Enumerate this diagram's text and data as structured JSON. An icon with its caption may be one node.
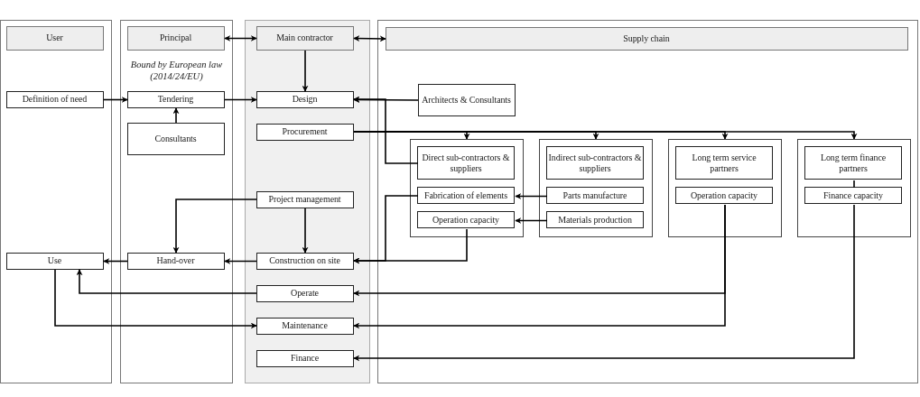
{
  "diagram": {
    "nodes": [
      {
        "text": [],
        "shape": "box"
      },
      {
        "text": [
          "User"
        ],
        "in": 0
      },
      {
        "text": [
          "Definition of need"
        ],
        "in": 0
      },
      {
        "text": [
          "Use"
        ],
        "in": 0
      },
      {
        "text": [],
        "shape": "box"
      },
      {
        "text": [
          "Principal"
        ],
        "in": 4
      },
      {
        "text": [
          "Tendering"
        ],
        "in": 4
      },
      {
        "text": [
          "Consultants"
        ],
        "in": 4
      },
      {
        "text": [
          "Hand-over"
        ],
        "in": 4
      },
      {
        "text": [],
        "shape": "box"
      },
      {
        "text": [
          "Main contractor"
        ],
        "in": 9
      },
      {
        "text": [
          "Design"
        ],
        "in": 9
      },
      {
        "text": [
          "Procurement"
        ],
        "in": 9
      },
      {
        "text": [
          "Project management"
        ],
        "in": 9
      },
      {
        "text": [
          "Construction on site"
        ],
        "in": 9
      },
      {
        "text": [
          "Operate"
        ],
        "in": 9
      },
      {
        "text": [
          "Maintenance"
        ],
        "in": 9
      },
      {
        "text": [
          "Finance"
        ],
        "in": 9
      },
      {
        "text": [],
        "shape": "box"
      },
      {
        "text": [
          "Supply chain"
        ],
        "in": 18
      },
      {
        "text": [
          "Architects & Consultants"
        ],
        "in": 18
      },
      {
        "text": [],
        "shape": "box",
        "in": 18
      },
      {
        "text": [
          "Direct sub-contractors & suppliers"
        ],
        "in": 21
      },
      {
        "text": [
          "Fabrication of elements"
        ],
        "in": 21
      },
      {
        "text": [
          "Operation capacity"
        ],
        "in": 21
      },
      {
        "text": [],
        "shape": "box",
        "in": 18
      },
      {
        "text": [
          "Indirect sub-contractors & suppliers"
        ],
        "in": 25
      },
      {
        "text": [
          "Parts manufacture"
        ],
        "in": 25
      },
      {
        "text": [
          "Materials production"
        ],
        "in": 25
      },
      {
        "text": [],
        "shape": "box",
        "in": 18
      },
      {
        "text": [
          "Long term service partners"
        ],
        "in": 29
      },
      {
        "text": [
          "Operation capacity"
        ],
        "in": 29
      },
      {
        "text": [],
        "shape": "box",
        "in": 18
      },
      {
        "text": [
          "Long term finance partners"
        ],
        "in": 32
      },
      {
        "text": [
          "Finance capacity"
        ],
        "in": 32
      }
    ],
    "edges": [
      {
        "from": 2,
        "to": 6,
        "arrow": "to"
      },
      {
        "from": 7,
        "to": 6,
        "arrow": "to"
      },
      {
        "from": 6,
        "to": 11,
        "arrow": "to"
      },
      {
        "from": 5,
        "to": 10,
        "arrow": "both"
      },
      {
        "from": 10,
        "to": 19,
        "arrow": "both"
      },
      {
        "from": 10,
        "to": 11,
        "arrow": "to"
      },
      {
        "from": 20,
        "to": 11,
        "arrow": "to"
      },
      {
        "from": 22,
        "to": 11,
        "arrow": "to"
      },
      {
        "from": 23,
        "to": 14,
        "arrow": "to"
      },
      {
        "from": 24,
        "to": 14,
        "arrow": "to"
      },
      {
        "from": 27,
        "to": 23,
        "arrow": "to"
      },
      {
        "from": 28,
        "to": 24,
        "arrow": "to"
      },
      {
        "from": 12,
        "to": 21,
        "arrow": "to"
      },
      {
        "from": 12,
        "to": 25,
        "arrow": "to"
      },
      {
        "from": 12,
        "to": 29,
        "arrow": "to"
      },
      {
        "from": 12,
        "to": 32,
        "arrow": "to"
      },
      {
        "from": 31,
        "to": 15,
        "arrow": "to"
      },
      {
        "from": 31,
        "to": 16,
        "arrow": "to"
      },
      {
        "from": 34,
        "to": 17,
        "arrow": "to"
      },
      {
        "from": 33,
        "to": 34,
        "arrow": "none"
      },
      {
        "from": 13,
        "to": 8,
        "arrow": "to"
      },
      {
        "from": 13,
        "to": 14,
        "arrow": "to"
      },
      {
        "from": 14,
        "to": 8,
        "arrow": "to"
      },
      {
        "from": 8,
        "to": 3,
        "arrow": "to"
      },
      {
        "from": 15,
        "to": 3,
        "arrow": "to"
      },
      {
        "from": 3,
        "to": 16,
        "arrow": "to"
      }
    ],
    "labels": [
      "Bound by European law (2014/24/EU)"
    ]
  }
}
